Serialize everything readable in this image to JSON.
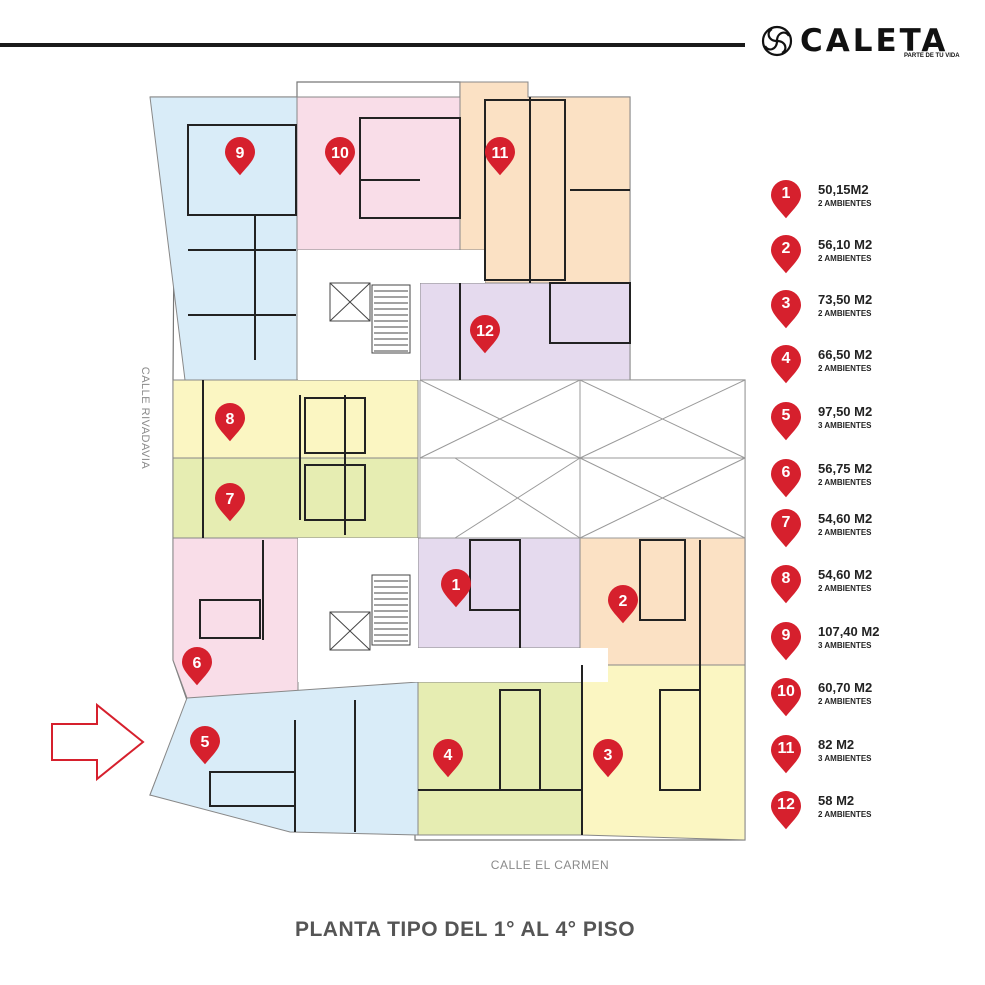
{
  "brand": {
    "name": "CALETA",
    "tagline": "PARTE DE TU VIDA"
  },
  "streets": {
    "side": "CALLE RIVADAVIA",
    "bottom": "CALLE EL CARMEN"
  },
  "title": "PLANTA TIPO DEL 1° AL 4° PISO",
  "colors": {
    "pin": "#d6202d",
    "blue": "#d9ecf8",
    "pink": "#f9dde8",
    "orange": "#fbe1c4",
    "purple": "#e5daee",
    "yellow": "#fbf6c2",
    "green": "#e6edb2",
    "arrow": "#d6202d"
  },
  "units": [
    {
      "id": "1",
      "area": "50,15M2",
      "rooms": "2 AMBIENTES"
    },
    {
      "id": "2",
      "area": "56,10 M2",
      "rooms": "2 AMBIENTES"
    },
    {
      "id": "3",
      "area": "73,50 M2",
      "rooms": "2 AMBIENTES"
    },
    {
      "id": "4",
      "area": "66,50 M2",
      "rooms": "2 AMBIENTES"
    },
    {
      "id": "5",
      "area": "97,50 M2",
      "rooms": "3 AMBIENTES"
    },
    {
      "id": "6",
      "area": "56,75 M2",
      "rooms": "2 AMBIENTES"
    },
    {
      "id": "7",
      "area": "54,60 M2",
      "rooms": "2 AMBIENTES"
    },
    {
      "id": "8",
      "area": "54,60 M2",
      "rooms": "2 AMBIENTES"
    },
    {
      "id": "9",
      "area": "107,40 M2",
      "rooms": "3 AMBIENTES"
    },
    {
      "id": "10",
      "area": "60,70 M2",
      "rooms": "2 AMBIENTES"
    },
    {
      "id": "11",
      "area": "82 M2",
      "rooms": "3 AMBIENTES"
    },
    {
      "id": "12",
      "area": "58 M2",
      "rooms": "2 AMBIENTES"
    }
  ]
}
